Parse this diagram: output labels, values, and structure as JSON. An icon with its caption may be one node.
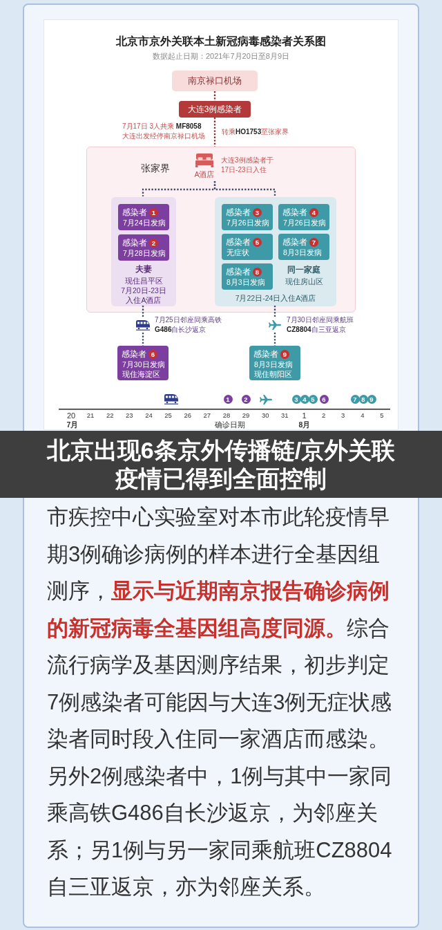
{
  "diagram": {
    "title": "北京市京外关联本土新冠病毒感染者关系图",
    "caption": "北京出现6条京外传播链/京外关联疫情已得到全面控制",
    "nodes": [
      {
        "text": [
          "南京禄口机场"
        ]
      },
      {
        "text": [
          "大连3例感染者"
        ]
      },
      {
        "text": [
          "张家界"
        ]
      },
      {
        "text": [
          "A酒店"
        ],
        "in": 2,
        "beside": [
          "大连3例感染者于17日-23日入住"
        ]
      },
      {
        "text": [
          "夫妻",
          "现住昌平区",
          "7月20日-23日入住A酒店"
        ],
        "in": 2
      },
      {
        "text": [
          "感染者",
          "1",
          "7月24日发病"
        ],
        "in": 4
      },
      {
        "text": [
          "感染者",
          "2",
          "7月28日发病"
        ],
        "in": 4
      },
      {
        "text": [
          "同一家庭",
          "现住房山区",
          "7月22日-24日入住A酒店"
        ],
        "in": 2
      },
      {
        "text": [
          "感染者",
          "3",
          "7月26日发病"
        ],
        "in": 7
      },
      {
        "text": [
          "感染者",
          "4",
          "7月26日发病"
        ],
        "in": 7
      },
      {
        "text": [
          "感染者",
          "5",
          "无症状"
        ],
        "in": 7
      },
      {
        "text": [
          "感染者",
          "7",
          "8月3日发病"
        ],
        "in": 7
      },
      {
        "text": [
          "感染者",
          "8",
          "8月3日发病"
        ],
        "in": 7
      },
      {
        "text": [
          "感染者",
          "6",
          "7月30日发病",
          "现住海淀区"
        ]
      },
      {
        "text": [
          "感染者",
          "9",
          "8月3日发病",
          "现住朝阳区"
        ]
      }
    ],
    "edges": [
      {
        "from": 0,
        "to": 1,
        "arrow": "none",
        "style": "dashed",
        "color": "#8b2c2c"
      },
      {
        "from": 1,
        "to": 2,
        "arrow": "none",
        "style": "dashed",
        "color": "#8b2c2c",
        "label": "转乘**HO1753**至张家界"
      },
      {
        "from": 3,
        "to": 4,
        "arrow": "none",
        "style": "dashed"
      },
      {
        "from": 3,
        "to": 7,
        "arrow": "none",
        "style": "dashed"
      },
      {
        "from": 4,
        "to": 13,
        "arrow": "none",
        "style": "dashed",
        "label": "7月25日邻座同乘高铁**G486**自长沙返京"
      },
      {
        "from": 7,
        "to": 14,
        "arrow": "none",
        "style": "dashed",
        "label": "7月30日邻座同乘航班**CZ8804**自三亚返京"
      }
    ],
    "labels": [
      "数据起止日期：2021年7月20日至8月9日",
      "7月17日 3人共乘 **MF8058**大连出发经停南京禄口机场",
      "1",
      "2",
      "3",
      "4",
      "5",
      "6",
      "7",
      "8",
      "9",
      "20",
      "21",
      "22",
      "23",
      "24",
      "25",
      "26",
      "27",
      "28",
      "29",
      "30",
      "31",
      "1",
      "2",
      "3",
      "4",
      "5",
      "7月",
      "确诊日期",
      "8月",
      "市疾控中心实验室对本市此轮疫情早期3例确诊病例的样本进行全基因组测序，**显示与近期南京报告确诊病例的新冠病毒全基因组高度同源。**综合流行病学及基因测序结果，初步判定7例感染者可能因与大连3例无症状感染者同时段入住同一家酒店而感染。另外2例感染者中，1例与其中一家同乘高铁G486自长沙返京，为邻座关系；另1例与另一家同乘航班CZ8804自三亚返京，亦为邻座关系。"
    ]
  }
}
